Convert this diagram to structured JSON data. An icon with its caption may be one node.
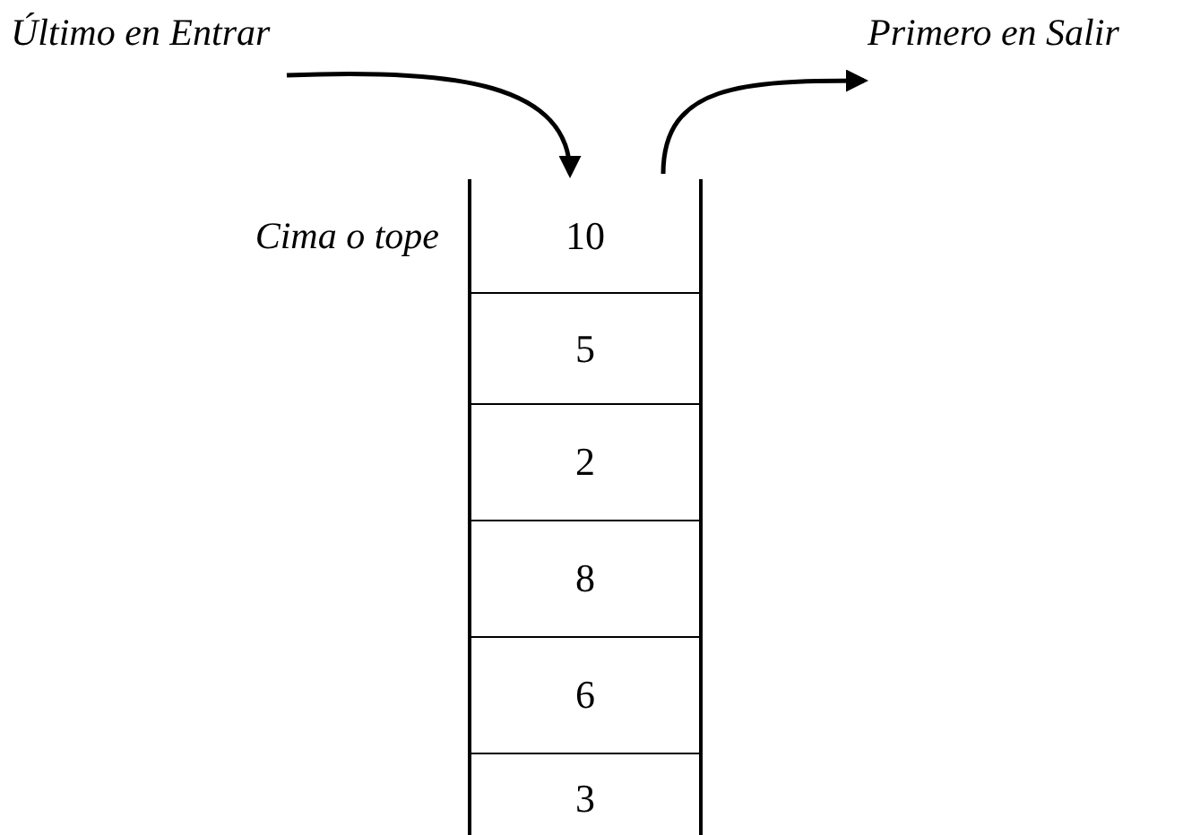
{
  "diagram": {
    "nodes": [
      {
        "text": [
          "Último en Entrar"
        ]
      },
      {
        "text": [
          "Primero en Salir"
        ]
      },
      {
        "text": [],
        "shape": "box"
      },
      {
        "text": [
          "10"
        ],
        "in": 2,
        "beside": [
          "Cima o tope"
        ]
      },
      {
        "text": [
          "5"
        ],
        "in": 2
      },
      {
        "text": [
          "2"
        ],
        "in": 2
      },
      {
        "text": [
          "8"
        ],
        "in": 2
      },
      {
        "text": [
          "6"
        ],
        "in": 2
      },
      {
        "text": [
          "3"
        ],
        "in": 2
      }
    ],
    "edges": [
      {
        "from": 0,
        "to": 2,
        "arrow": "to"
      },
      {
        "from": 2,
        "to": 1,
        "arrow": "to"
      }
    ]
  }
}
